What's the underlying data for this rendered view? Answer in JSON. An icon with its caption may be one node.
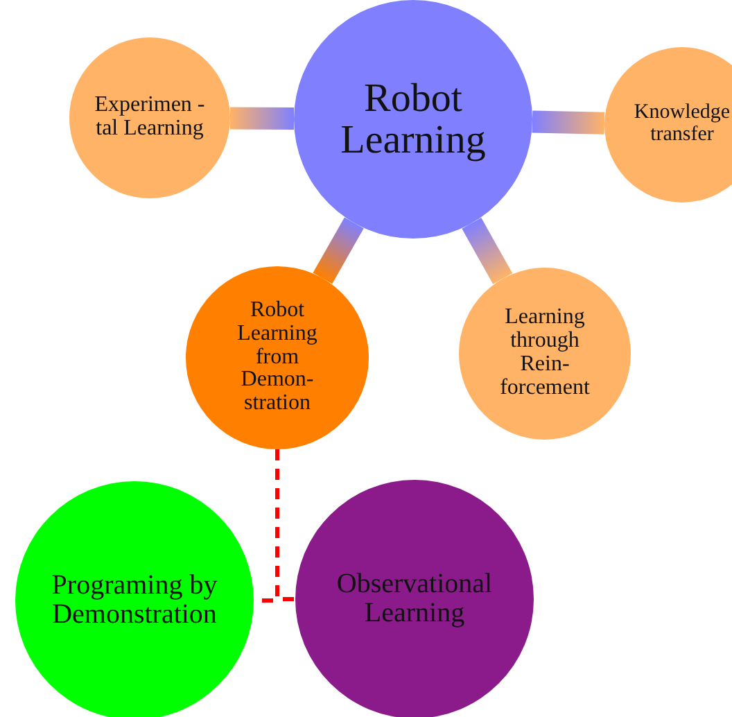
{
  "diagram": {
    "nodes": [
      {
        "text": [
          "Experimen -tal Learning"
        ]
      },
      {
        "text": [
          "Robot Learning"
        ]
      },
      {
        "text": [
          "Knowledge transfer"
        ]
      },
      {
        "text": [
          "Robot Learning from Demon- stration"
        ]
      },
      {
        "text": [
          "Learning through Rein- forcement"
        ]
      },
      {
        "text": [
          "Programing by Demonstration"
        ]
      },
      {
        "text": [
          "Observational Learning"
        ]
      }
    ],
    "edges": [
      {
        "from": 1,
        "to": 0,
        "arrow": "none",
        "style": "thick"
      },
      {
        "from": 1,
        "to": 2,
        "arrow": "none",
        "style": "thick"
      },
      {
        "from": 1,
        "to": 3,
        "arrow": "none",
        "style": "thick"
      },
      {
        "from": 1,
        "to": 4,
        "arrow": "none",
        "style": "thick"
      },
      {
        "from": 3,
        "to": 5,
        "arrow": "none",
        "style": "dashed",
        "color": "#ff0000"
      },
      {
        "from": 3,
        "to": 6,
        "arrow": "none",
        "style": "dashed",
        "color": "#ff0000"
      }
    ]
  }
}
